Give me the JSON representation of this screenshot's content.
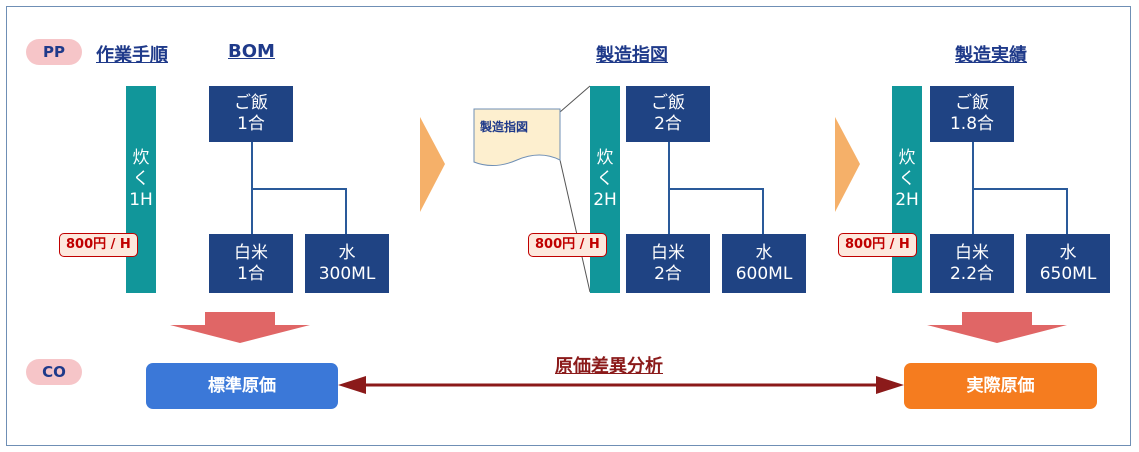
{
  "labels": {
    "pp": "PP",
    "co": "CO",
    "procedure": "作業手順",
    "bom": "BOM",
    "order": "製造指図",
    "actual": "製造実績",
    "order_doc": "製造指図",
    "analysis": "原価差異分析",
    "standard_cost": "標準原価",
    "actual_cost": "実際原価"
  },
  "stages": [
    {
      "bar_text": [
        "炊",
        "く",
        "1H"
      ],
      "rate": "800円 / H",
      "product": [
        "ご飯",
        "1合"
      ],
      "rice": [
        "白米",
        "1合"
      ],
      "water": [
        "水",
        "300ML"
      ]
    },
    {
      "bar_text": [
        "炊",
        "く",
        "2H"
      ],
      "rate": "800円 / H",
      "product": [
        "ご飯",
        "2合"
      ],
      "rice": [
        "白米",
        "2合"
      ],
      "water": [
        "水",
        "600ML"
      ]
    },
    {
      "bar_text": [
        "炊",
        "く",
        "2H"
      ],
      "rate": "800円 / H",
      "product": [
        "ご飯",
        "1.8合"
      ],
      "rice": [
        "白米",
        "2.2合"
      ],
      "water": [
        "水",
        "650ML"
      ]
    }
  ],
  "colors": {
    "teal_bar": "#11969a",
    "navy_box": "#1f4383",
    "standard_cost": "#3b78d8",
    "actual_cost": "#f57c1f",
    "chevron": "#f5b069",
    "down_arrow": "#e06666",
    "variance_arrow": "#8b1a1a"
  }
}
